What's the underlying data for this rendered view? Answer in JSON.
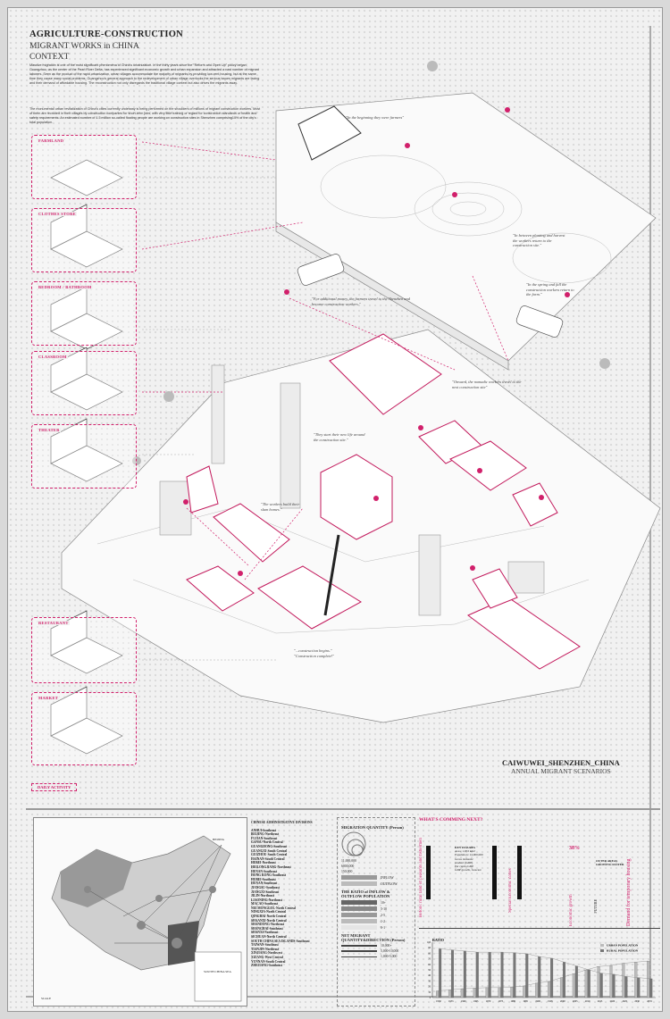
{
  "header": {
    "title": "AGRICULTURE-CONSTRUCTION",
    "subtitle": "MIGRANT WORKS in CHINA",
    "section": "CONTEXT",
    "para1": "Massive migration is one of the most significant phenomena of China's urbanization. In the thirty years since the \"Reform and Open Up\" policy began, Guangzhou, as the center of the Pearl River Delta, has experienced significant economic growth and urban expansion and attracted a vast number of migrant laborers. Seen as the product of the rapid urbanization, urban villages accommodate the majority of migrants by providing low-rent housing, but at the same time they cause many social problems. Guangzhou's general approach to the redevelopment of urban village overlooks the serious issues migrants are facing and their demand of affordable housing. The reconstruction not only disregards the traditional village context but also drives the migrants away.",
    "para2": "The monumental urban revitalization of China's cities currently underway is being performed on the shoulders of millions of migrant construction workers. Most of them are recruited in their villages by construction companies for short-term jobs, with very little training or regard for construction standards or health and safety requirements. An estimated number of 1.5 million so-called floating people are working on construction sites in Shenzhen comprising10% of the city's total population."
  },
  "vignettes": [
    "FARMLAND",
    "CLOTHES STORE",
    "BEDROOM / BATHROOM",
    "CLASSROOM",
    "THEATER",
    "RESTAURANT",
    "MARKET"
  ],
  "daily_activity": "DAILY ACTIVITY",
  "quotes": {
    "q1": "\"In the beginning they were farmers\"",
    "q2": "\"In between planting and harvest the workers return to the construction site.\"",
    "q3": "\"For additional money, the farmers travel to the Shenzhen and become construction workers.\"",
    "q4": "\"In the spring and fall the construction workers return to the farm.\"",
    "q5": "\"Onward, the nomadic workers travel to the next construction site\"",
    "q6": "\"They start their new life around the construction site.\"",
    "q7": "\"The workers build their slum homes.\"",
    "q8": "\"...construction begins.\" \"Construction complete!\""
  },
  "site": {
    "title": "CAIWUWEI_SHENZHEN_CHINA",
    "subtitle": "ANNUAL MIGRANT SCENARIOS"
  },
  "map": {
    "labels": [
      "BEIJING",
      "SOUTH CHINA SEA",
      "SCALE"
    ]
  },
  "provinces": {
    "heading": "CHINESE ADMINISTRATIVE DIVISIONS",
    "items": [
      "ANHUI-Southeast",
      "BEIJING-Northeast",
      "FUJIAN-Southeast",
      "GANSU-North Central",
      "GUANGDONG-Southeast",
      "GUANGXI-South Central",
      "GUIZHOU-South Central",
      "HAINAN-South Central",
      "HEBEI-Northeast",
      "HEILONGJIANG-Northeast",
      "HENAN-Southeast",
      "HONG KONG-Southeast",
      "HUBEI-Southeast",
      "HUNAN-Southeast",
      "JIANGSU-Southeast",
      "JIANGXI-Southeast",
      "JILIN-Northeast",
      "LIAONING-Northeast",
      "MACAO-Southeast",
      "NEI MONGGOL-North Central",
      "NINGXIA-North Central",
      "QINGHAI-North Central",
      "SHAANXI-North Central",
      "SHANDONG-Northeast",
      "SHANGHAI-Southeast",
      "SHANXI-Northeast",
      "SICHUAN-North Central",
      "SOUTH CHINA SEA ISLANDS-Southeast",
      "TAIWAN-Southeast",
      "TIANJIN-Northeast",
      "XINJIANG-Northwest",
      "XIZANG-West Central",
      "YUNNAN-South Central",
      "ZHEJIANG-Southeast"
    ]
  },
  "legend": {
    "mq_title": "MIGRATION QUANTITY (Person)",
    "mq_values": [
      "11,000,000",
      "6000,000",
      "150,000"
    ],
    "inflow": "INFLOW",
    "outflow": "OUTFLOW",
    "ratio_title": "THE RATIO of INFLOW & OUTFLOW POPULATION",
    "ratio_values": [
      "10+",
      "5-10",
      "2-5",
      "1-2",
      "0-1"
    ],
    "net_title": "NET MIGRANT QUANTITY&DIRECTION (Person)",
    "net_values": [
      "10,000+",
      "5,000-10,000",
      "1,000-5,000"
    ]
  },
  "timeline": {
    "heading": "WHAT'S COMMING NEXT?",
    "v1": "Before: rural land of peasants and fishermen",
    "v2": "Special Economic Zones",
    "v3": "Economic growth",
    "v4": "Demand for temporary housing",
    "pct": "38%",
    "future": "FUTURE",
    "key_figures": "KEY FIGURES",
    "kf": [
      "Area: 1,953 km2",
      "Population: 14,000,000",
      "Gross domestic product (GDP)",
      "Per capita GDP",
      "GDP growth, forecast"
    ],
    "outer": "OUTER AREAS GROWING FASTER"
  },
  "chart_data": {
    "type": "bar",
    "title": "RATIO",
    "ylim": [
      0,
      100
    ],
    "categories": [
      "1950",
      "1955",
      "1960",
      "1965",
      "1970",
      "1975",
      "1980",
      "1985",
      "1990",
      "1995",
      "2000",
      "2005",
      "2010",
      "2015",
      "2020",
      "2025",
      "2030",
      "2035"
    ],
    "series": [
      {
        "name": "URBAN POPULATION",
        "values": [
          12,
          14,
          16,
          17,
          18,
          18,
          19,
          21,
          26,
          29,
          36,
          43,
          50,
          56,
          58,
          62,
          64,
          66
        ]
      },
      {
        "name": "RURAL POPULATION",
        "values": [
          88,
          86,
          84,
          82,
          82,
          82,
          81,
          79,
          74,
          71,
          64,
          57,
          50,
          44,
          42,
          38,
          36,
          34
        ]
      }
    ],
    "legend": "top-right"
  },
  "colors": {
    "accent": "#d1206b"
  }
}
